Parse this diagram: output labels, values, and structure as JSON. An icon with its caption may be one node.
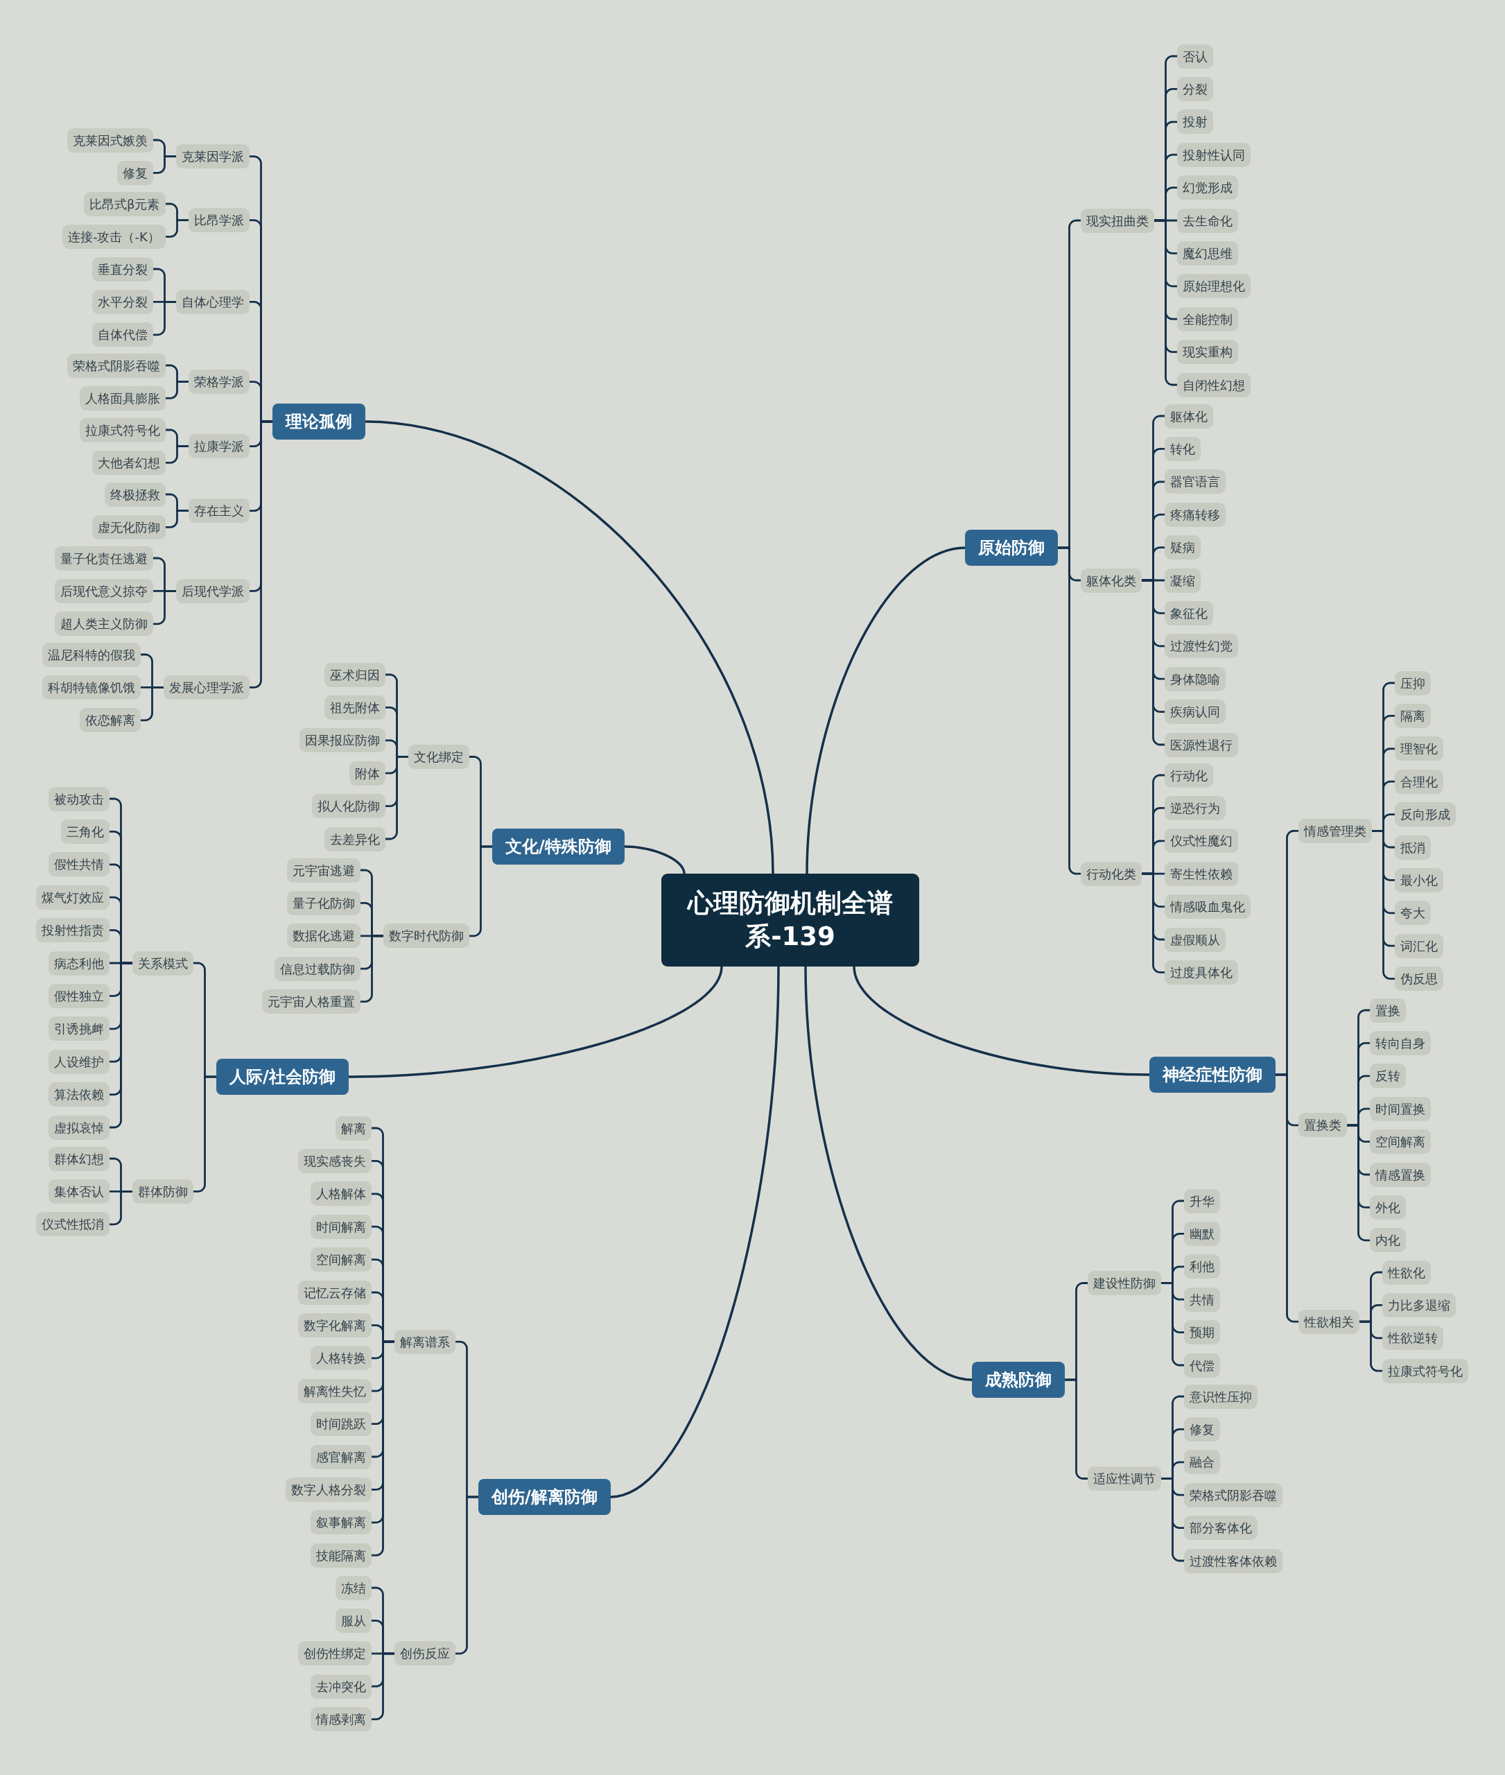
{
  "diagram": {
    "nodes": [
      {
        "text": [
          "心理防御机制全谱系-139"
        ]
      },
      {
        "text": [
          "原始防御"
        ]
      },
      {
        "text": [
          "现实扭曲类"
        ]
      },
      {
        "text": [
          "否认"
        ]
      },
      {
        "text": [
          "分裂"
        ]
      },
      {
        "text": [
          "投射"
        ]
      },
      {
        "text": [
          "投射性认同"
        ]
      },
      {
        "text": [
          "幻觉形成"
        ]
      },
      {
        "text": [
          "去生命化"
        ]
      },
      {
        "text": [
          "魔幻思维"
        ]
      },
      {
        "text": [
          "原始理想化"
        ]
      },
      {
        "text": [
          "全能控制"
        ]
      },
      {
        "text": [
          "现实重构"
        ]
      },
      {
        "text": [
          "自闭性幻想"
        ]
      },
      {
        "text": [
          "躯体化类"
        ]
      },
      {
        "text": [
          "躯体化"
        ]
      },
      {
        "text": [
          "转化"
        ]
      },
      {
        "text": [
          "器官语言"
        ]
      },
      {
        "text": [
          "疼痛转移"
        ]
      },
      {
        "text": [
          "疑病"
        ]
      },
      {
        "text": [
          "凝缩"
        ]
      },
      {
        "text": [
          "象征化"
        ]
      },
      {
        "text": [
          "过渡性幻觉"
        ]
      },
      {
        "text": [
          "身体隐喻"
        ]
      },
      {
        "text": [
          "疾病认同"
        ]
      },
      {
        "text": [
          "医源性退行"
        ]
      },
      {
        "text": [
          "行动化类"
        ]
      },
      {
        "text": [
          "行动化"
        ]
      },
      {
        "text": [
          "逆恐行为"
        ]
      },
      {
        "text": [
          "仪式性魔幻"
        ]
      },
      {
        "text": [
          "寄生性依赖"
        ]
      },
      {
        "text": [
          "情感吸血鬼化"
        ]
      },
      {
        "text": [
          "虚假顺从"
        ]
      },
      {
        "text": [
          "过度具体化"
        ]
      },
      {
        "text": [
          "神经症性防御"
        ]
      },
      {
        "text": [
          "情感管理类"
        ]
      },
      {
        "text": [
          "压抑"
        ]
      },
      {
        "text": [
          "隔离"
        ]
      },
      {
        "text": [
          "理智化"
        ]
      },
      {
        "text": [
          "合理化"
        ]
      },
      {
        "text": [
          "反向形成"
        ]
      },
      {
        "text": [
          "抵消"
        ]
      },
      {
        "text": [
          "最小化"
        ]
      },
      {
        "text": [
          "夸大"
        ]
      },
      {
        "text": [
          "词汇化"
        ]
      },
      {
        "text": [
          "伪反思"
        ]
      },
      {
        "text": [
          "置换类"
        ]
      },
      {
        "text": [
          "置换"
        ]
      },
      {
        "text": [
          "转向自身"
        ]
      },
      {
        "text": [
          "反转"
        ]
      },
      {
        "text": [
          "时间置换"
        ]
      },
      {
        "text": [
          "空间解离"
        ]
      },
      {
        "text": [
          "情感置换"
        ]
      },
      {
        "text": [
          "外化"
        ]
      },
      {
        "text": [
          "内化"
        ]
      },
      {
        "text": [
          "性欲相关"
        ]
      },
      {
        "text": [
          "性欲化"
        ]
      },
      {
        "text": [
          "力比多退缩"
        ]
      },
      {
        "text": [
          "性欲逆转"
        ]
      },
      {
        "text": [
          "拉康式符号化"
        ]
      },
      {
        "text": [
          "成熟防御"
        ]
      },
      {
        "text": [
          "建设性防御"
        ]
      },
      {
        "text": [
          "升华"
        ]
      },
      {
        "text": [
          "幽默"
        ]
      },
      {
        "text": [
          "利他"
        ]
      },
      {
        "text": [
          "共情"
        ]
      },
      {
        "text": [
          "预期"
        ]
      },
      {
        "text": [
          "代偿"
        ]
      },
      {
        "text": [
          "适应性调节"
        ]
      },
      {
        "text": [
          "意识性压抑"
        ]
      },
      {
        "text": [
          "修复"
        ]
      },
      {
        "text": [
          "融合"
        ]
      },
      {
        "text": [
          "荣格式阴影吞噬"
        ]
      },
      {
        "text": [
          "部分客体化"
        ]
      },
      {
        "text": [
          "过渡性客体依赖"
        ]
      },
      {
        "text": [
          "创伤/解离防御"
        ]
      },
      {
        "text": [
          "解离谱系"
        ]
      },
      {
        "text": [
          "解离"
        ]
      },
      {
        "text": [
          "现实感丧失"
        ]
      },
      {
        "text": [
          "人格解体"
        ]
      },
      {
        "text": [
          "时间解离"
        ]
      },
      {
        "text": [
          "空间解离"
        ]
      },
      {
        "text": [
          "记忆云存储"
        ]
      },
      {
        "text": [
          "数字化解离"
        ]
      },
      {
        "text": [
          "人格转换"
        ]
      },
      {
        "text": [
          "解离性失忆"
        ]
      },
      {
        "text": [
          "时间跳跃"
        ]
      },
      {
        "text": [
          "感官解离"
        ]
      },
      {
        "text": [
          "数字人格分裂"
        ]
      },
      {
        "text": [
          "叙事解离"
        ]
      },
      {
        "text": [
          "技能隔离"
        ]
      },
      {
        "text": [
          "创伤反应"
        ]
      },
      {
        "text": [
          "冻结"
        ]
      },
      {
        "text": [
          "服从"
        ]
      },
      {
        "text": [
          "创伤性绑定"
        ]
      },
      {
        "text": [
          "去冲突化"
        ]
      },
      {
        "text": [
          "情感剥离"
        ]
      },
      {
        "text": [
          "人际/社会防御"
        ]
      },
      {
        "text": [
          "关系模式"
        ]
      },
      {
        "text": [
          "被动攻击"
        ]
      },
      {
        "text": [
          "三角化"
        ]
      },
      {
        "text": [
          "假性共情"
        ]
      },
      {
        "text": [
          "煤气灯效应"
        ]
      },
      {
        "text": [
          "投射性指责"
        ]
      },
      {
        "text": [
          "病态利他"
        ]
      },
      {
        "text": [
          "假性独立"
        ]
      },
      {
        "text": [
          "引诱挑衅"
        ]
      },
      {
        "text": [
          "人设维护"
        ]
      },
      {
        "text": [
          "算法依赖"
        ]
      },
      {
        "text": [
          "虚拟哀悼"
        ]
      },
      {
        "text": [
          "群体防御"
        ]
      },
      {
        "text": [
          "群体幻想"
        ]
      },
      {
        "text": [
          "集体否认"
        ]
      },
      {
        "text": [
          "仪式性抵消"
        ]
      },
      {
        "text": [
          "文化/特殊防御"
        ]
      },
      {
        "text": [
          "文化绑定"
        ]
      },
      {
        "text": [
          "巫术归因"
        ]
      },
      {
        "text": [
          "祖先附体"
        ]
      },
      {
        "text": [
          "因果报应防御"
        ]
      },
      {
        "text": [
          "附体"
        ]
      },
      {
        "text": [
          "拟人化防御"
        ]
      },
      {
        "text": [
          "去差异化"
        ]
      },
      {
        "text": [
          "数字时代防御"
        ]
      },
      {
        "text": [
          "元宇宙逃避"
        ]
      },
      {
        "text": [
          "量子化防御"
        ]
      },
      {
        "text": [
          "数据化逃避"
        ]
      },
      {
        "text": [
          "信息过载防御"
        ]
      },
      {
        "text": [
          "元宇宙人格重置"
        ]
      },
      {
        "text": [
          "理论孤例"
        ]
      },
      {
        "text": [
          "克莱因学派"
        ]
      },
      {
        "text": [
          "克莱因式嫉羡"
        ]
      },
      {
        "text": [
          "修复"
        ]
      },
      {
        "text": [
          "比昂学派"
        ]
      },
      {
        "text": [
          "比昂式β元素"
        ]
      },
      {
        "text": [
          "连接-攻击（-K）"
        ]
      },
      {
        "text": [
          "自体心理学"
        ]
      },
      {
        "text": [
          "垂直分裂"
        ]
      },
      {
        "text": [
          "水平分裂"
        ]
      },
      {
        "text": [
          "自体代偿"
        ]
      },
      {
        "text": [
          "荣格学派"
        ]
      },
      {
        "text": [
          "荣格式阴影吞噬"
        ]
      },
      {
        "text": [
          "人格面具膨胀"
        ]
      },
      {
        "text": [
          "拉康学派"
        ]
      },
      {
        "text": [
          "拉康式符号化"
        ]
      },
      {
        "text": [
          "大他者幻想"
        ]
      },
      {
        "text": [
          "存在主义"
        ]
      },
      {
        "text": [
          "终极拯救"
        ]
      },
      {
        "text": [
          "虚无化防御"
        ]
      },
      {
        "text": [
          "后现代学派"
        ]
      },
      {
        "text": [
          "量子化责任逃避"
        ]
      },
      {
        "text": [
          "后现代意义掠夺"
        ]
      },
      {
        "text": [
          "超人类主义防御"
        ]
      },
      {
        "text": [
          "发展心理学派"
        ]
      },
      {
        "text": [
          "温尼科特的假我"
        ]
      },
      {
        "text": [
          "科胡特镜像饥饿"
        ]
      },
      {
        "text": [
          "依恋解离"
        ]
      }
    ],
    "edges": [
      {
        "from": 0,
        "to": 1,
        "arrow": "none"
      },
      {
        "from": 0,
        "to": 34,
        "arrow": "none"
      },
      {
        "from": 0,
        "to": 60,
        "arrow": "none"
      },
      {
        "from": 0,
        "to": 75,
        "arrow": "none"
      },
      {
        "from": 0,
        "to": 97,
        "arrow": "none"
      },
      {
        "from": 0,
        "to": 114,
        "arrow": "none"
      },
      {
        "from": 0,
        "to": 128,
        "arrow": "none"
      },
      {
        "from": 1,
        "to": 2,
        "arrow": "none"
      },
      {
        "from": 1,
        "to": 14,
        "arrow": "none"
      },
      {
        "from": 1,
        "to": 26,
        "arrow": "none"
      },
      {
        "from": 2,
        "to": 3,
        "arrow": "none"
      },
      {
        "from": 2,
        "to": 4,
        "arrow": "none"
      },
      {
        "from": 2,
        "to": 5,
        "arrow": "none"
      },
      {
        "from": 2,
        "to": 6,
        "arrow": "none"
      },
      {
        "from": 2,
        "to": 7,
        "arrow": "none"
      },
      {
        "from": 2,
        "to": 8,
        "arrow": "none"
      },
      {
        "from": 2,
        "to": 9,
        "arrow": "none"
      },
      {
        "from": 2,
        "to": 10,
        "arrow": "none"
      },
      {
        "from": 2,
        "to": 11,
        "arrow": "none"
      },
      {
        "from": 2,
        "to": 12,
        "arrow": "none"
      },
      {
        "from": 2,
        "to": 13,
        "arrow": "none"
      },
      {
        "from": 14,
        "to": 15,
        "arrow": "none"
      },
      {
        "from": 14,
        "to": 16,
        "arrow": "none"
      },
      {
        "from": 14,
        "to": 17,
        "arrow": "none"
      },
      {
        "from": 14,
        "to": 18,
        "arrow": "none"
      },
      {
        "from": 14,
        "to": 19,
        "arrow": "none"
      },
      {
        "from": 14,
        "to": 20,
        "arrow": "none"
      },
      {
        "from": 14,
        "to": 21,
        "arrow": "none"
      },
      {
        "from": 14,
        "to": 22,
        "arrow": "none"
      },
      {
        "from": 14,
        "to": 23,
        "arrow": "none"
      },
      {
        "from": 14,
        "to": 24,
        "arrow": "none"
      },
      {
        "from": 14,
        "to": 25,
        "arrow": "none"
      },
      {
        "from": 26,
        "to": 27,
        "arrow": "none"
      },
      {
        "from": 26,
        "to": 28,
        "arrow": "none"
      },
      {
        "from": 26,
        "to": 29,
        "arrow": "none"
      },
      {
        "from": 26,
        "to": 30,
        "arrow": "none"
      },
      {
        "from": 26,
        "to": 31,
        "arrow": "none"
      },
      {
        "from": 26,
        "to": 32,
        "arrow": "none"
      },
      {
        "from": 26,
        "to": 33,
        "arrow": "none"
      },
      {
        "from": 34,
        "to": 35,
        "arrow": "none"
      },
      {
        "from": 34,
        "to": 46,
        "arrow": "none"
      },
      {
        "from": 34,
        "to": 55,
        "arrow": "none"
      },
      {
        "from": 35,
        "to": 36,
        "arrow": "none"
      },
      {
        "from": 35,
        "to": 37,
        "arrow": "none"
      },
      {
        "from": 35,
        "to": 38,
        "arrow": "none"
      },
      {
        "from": 35,
        "to": 39,
        "arrow": "none"
      },
      {
        "from": 35,
        "to": 40,
        "arrow": "none"
      },
      {
        "from": 35,
        "to": 41,
        "arrow": "none"
      },
      {
        "from": 35,
        "to": 42,
        "arrow": "none"
      },
      {
        "from": 35,
        "to": 43,
        "arrow": "none"
      },
      {
        "from": 35,
        "to": 44,
        "arrow": "none"
      },
      {
        "from": 35,
        "to": 45,
        "arrow": "none"
      },
      {
        "from": 46,
        "to": 47,
        "arrow": "none"
      },
      {
        "from": 46,
        "to": 48,
        "arrow": "none"
      },
      {
        "from": 46,
        "to": 49,
        "arrow": "none"
      },
      {
        "from": 46,
        "to": 50,
        "arrow": "none"
      },
      {
        "from": 46,
        "to": 51,
        "arrow": "none"
      },
      {
        "from": 46,
        "to": 52,
        "arrow": "none"
      },
      {
        "from": 46,
        "to": 53,
        "arrow": "none"
      },
      {
        "from": 46,
        "to": 54,
        "arrow": "none"
      },
      {
        "from": 55,
        "to": 56,
        "arrow": "none"
      },
      {
        "from": 55,
        "to": 57,
        "arrow": "none"
      },
      {
        "from": 55,
        "to": 58,
        "arrow": "none"
      },
      {
        "from": 55,
        "to": 59,
        "arrow": "none"
      },
      {
        "from": 60,
        "to": 61,
        "arrow": "none"
      },
      {
        "from": 60,
        "to": 68,
        "arrow": "none"
      },
      {
        "from": 61,
        "to": 62,
        "arrow": "none"
      },
      {
        "from": 61,
        "to": 63,
        "arrow": "none"
      },
      {
        "from": 61,
        "to": 64,
        "arrow": "none"
      },
      {
        "from": 61,
        "to": 65,
        "arrow": "none"
      },
      {
        "from": 61,
        "to": 66,
        "arrow": "none"
      },
      {
        "from": 61,
        "to": 67,
        "arrow": "none"
      },
      {
        "from": 68,
        "to": 69,
        "arrow": "none"
      },
      {
        "from": 68,
        "to": 70,
        "arrow": "none"
      },
      {
        "from": 68,
        "to": 71,
        "arrow": "none"
      },
      {
        "from": 68,
        "to": 72,
        "arrow": "none"
      },
      {
        "from": 68,
        "to": 73,
        "arrow": "none"
      },
      {
        "from": 68,
        "to": 74,
        "arrow": "none"
      },
      {
        "from": 75,
        "to": 76,
        "arrow": "none"
      },
      {
        "from": 75,
        "to": 91,
        "arrow": "none"
      },
      {
        "from": 76,
        "to": 77,
        "arrow": "none"
      },
      {
        "from": 76,
        "to": 78,
        "arrow": "none"
      },
      {
        "from": 76,
        "to": 79,
        "arrow": "none"
      },
      {
        "from": 76,
        "to": 80,
        "arrow": "none"
      },
      {
        "from": 76,
        "to": 81,
        "arrow": "none"
      },
      {
        "from": 76,
        "to": 82,
        "arrow": "none"
      },
      {
        "from": 76,
        "to": 83,
        "arrow": "none"
      },
      {
        "from": 76,
        "to": 84,
        "arrow": "none"
      },
      {
        "from": 76,
        "to": 85,
        "arrow": "none"
      },
      {
        "from": 76,
        "to": 86,
        "arrow": "none"
      },
      {
        "from": 76,
        "to": 87,
        "arrow": "none"
      },
      {
        "from": 76,
        "to": 88,
        "arrow": "none"
      },
      {
        "from": 76,
        "to": 89,
        "arrow": "none"
      },
      {
        "from": 76,
        "to": 90,
        "arrow": "none"
      },
      {
        "from": 91,
        "to": 92,
        "arrow": "none"
      },
      {
        "from": 91,
        "to": 93,
        "arrow": "none"
      },
      {
        "from": 91,
        "to": 94,
        "arrow": "none"
      },
      {
        "from": 91,
        "to": 95,
        "arrow": "none"
      },
      {
        "from": 91,
        "to": 96,
        "arrow": "none"
      },
      {
        "from": 97,
        "to": 98,
        "arrow": "none"
      },
      {
        "from": 97,
        "to": 110,
        "arrow": "none"
      },
      {
        "from": 98,
        "to": 99,
        "arrow": "none"
      },
      {
        "from": 98,
        "to": 100,
        "arrow": "none"
      },
      {
        "from": 98,
        "to": 101,
        "arrow": "none"
      },
      {
        "from": 98,
        "to": 102,
        "arrow": "none"
      },
      {
        "from": 98,
        "to": 103,
        "arrow": "none"
      },
      {
        "from": 98,
        "to": 104,
        "arrow": "none"
      },
      {
        "from": 98,
        "to": 105,
        "arrow": "none"
      },
      {
        "from": 98,
        "to": 106,
        "arrow": "none"
      },
      {
        "from": 98,
        "to": 107,
        "arrow": "none"
      },
      {
        "from": 98,
        "to": 108,
        "arrow": "none"
      },
      {
        "from": 98,
        "to": 109,
        "arrow": "none"
      },
      {
        "from": 110,
        "to": 111,
        "arrow": "none"
      },
      {
        "from": 110,
        "to": 112,
        "arrow": "none"
      },
      {
        "from": 110,
        "to": 113,
        "arrow": "none"
      },
      {
        "from": 114,
        "to": 115,
        "arrow": "none"
      },
      {
        "from": 114,
        "to": 122,
        "arrow": "none"
      },
      {
        "from": 115,
        "to": 116,
        "arrow": "none"
      },
      {
        "from": 115,
        "to": 117,
        "arrow": "none"
      },
      {
        "from": 115,
        "to": 118,
        "arrow": "none"
      },
      {
        "from": 115,
        "to": 119,
        "arrow": "none"
      },
      {
        "from": 115,
        "to": 120,
        "arrow": "none"
      },
      {
        "from": 115,
        "to": 121,
        "arrow": "none"
      },
      {
        "from": 122,
        "to": 123,
        "arrow": "none"
      },
      {
        "from": 122,
        "to": 124,
        "arrow": "none"
      },
      {
        "from": 122,
        "to": 125,
        "arrow": "none"
      },
      {
        "from": 122,
        "to": 126,
        "arrow": "none"
      },
      {
        "from": 122,
        "to": 127,
        "arrow": "none"
      },
      {
        "from": 128,
        "to": 129,
        "arrow": "none"
      },
      {
        "from": 128,
        "to": 132,
        "arrow": "none"
      },
      {
        "from": 128,
        "to": 135,
        "arrow": "none"
      },
      {
        "from": 128,
        "to": 139,
        "arrow": "none"
      },
      {
        "from": 128,
        "to": 142,
        "arrow": "none"
      },
      {
        "from": 128,
        "to": 145,
        "arrow": "none"
      },
      {
        "from": 128,
        "to": 148,
        "arrow": "none"
      },
      {
        "from": 128,
        "to": 152,
        "arrow": "none"
      },
      {
        "from": 129,
        "to": 130,
        "arrow": "none"
      },
      {
        "from": 129,
        "to": 131,
        "arrow": "none"
      },
      {
        "from": 132,
        "to": 133,
        "arrow": "none"
      },
      {
        "from": 132,
        "to": 134,
        "arrow": "none"
      },
      {
        "from": 135,
        "to": 136,
        "arrow": "none"
      },
      {
        "from": 135,
        "to": 137,
        "arrow": "none"
      },
      {
        "from": 135,
        "to": 138,
        "arrow": "none"
      },
      {
        "from": 139,
        "to": 140,
        "arrow": "none"
      },
      {
        "from": 139,
        "to": 141,
        "arrow": "none"
      },
      {
        "from": 142,
        "to": 143,
        "arrow": "none"
      },
      {
        "from": 142,
        "to": 144,
        "arrow": "none"
      },
      {
        "from": 145,
        "to": 146,
        "arrow": "none"
      },
      {
        "from": 145,
        "to": 147,
        "arrow": "none"
      },
      {
        "from": 148,
        "to": 149,
        "arrow": "none"
      },
      {
        "from": 148,
        "to": 150,
        "arrow": "none"
      },
      {
        "from": 148,
        "to": 151,
        "arrow": "none"
      },
      {
        "from": 152,
        "to": 153,
        "arrow": "none"
      },
      {
        "from": 152,
        "to": 154,
        "arrow": "none"
      },
      {
        "from": 152,
        "to": 155,
        "arrow": "none"
      }
    ]
  }
}
